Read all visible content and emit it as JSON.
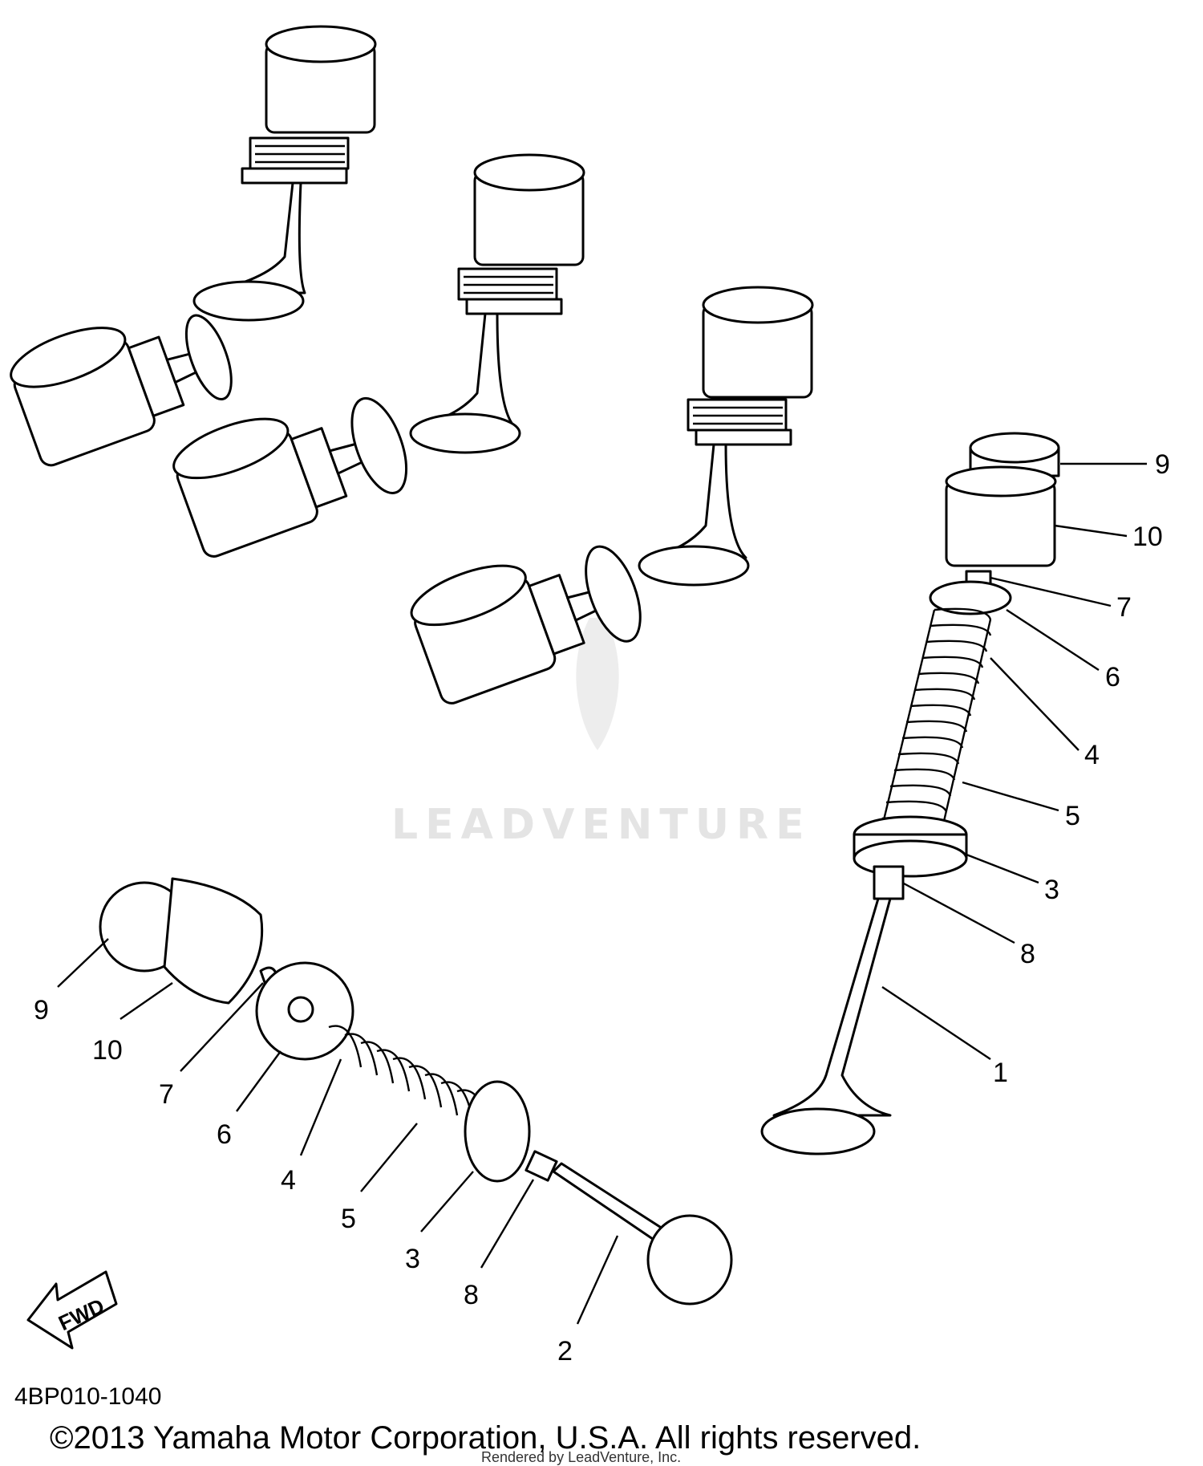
{
  "watermark": "LEADVENTURE",
  "fwd_label": "FWD",
  "diagram_code": "4BP010-1040",
  "copyright": "©2013 Yamaha Motor Corporation, U.S.A. All rights reserved.",
  "rendered_by": "Rendered by LeadVenture, Inc.",
  "callouts_right": {
    "c9": "9",
    "c10": "10",
    "c7": "7",
    "c6": "6",
    "c4": "4",
    "c5": "5",
    "c3": "3",
    "c8": "8",
    "c1": "1"
  },
  "callouts_left": {
    "c9": "9",
    "c10": "10",
    "c7": "7",
    "c6": "6",
    "c4": "4",
    "c5": "5",
    "c3": "3",
    "c8": "8",
    "c2": "2"
  }
}
